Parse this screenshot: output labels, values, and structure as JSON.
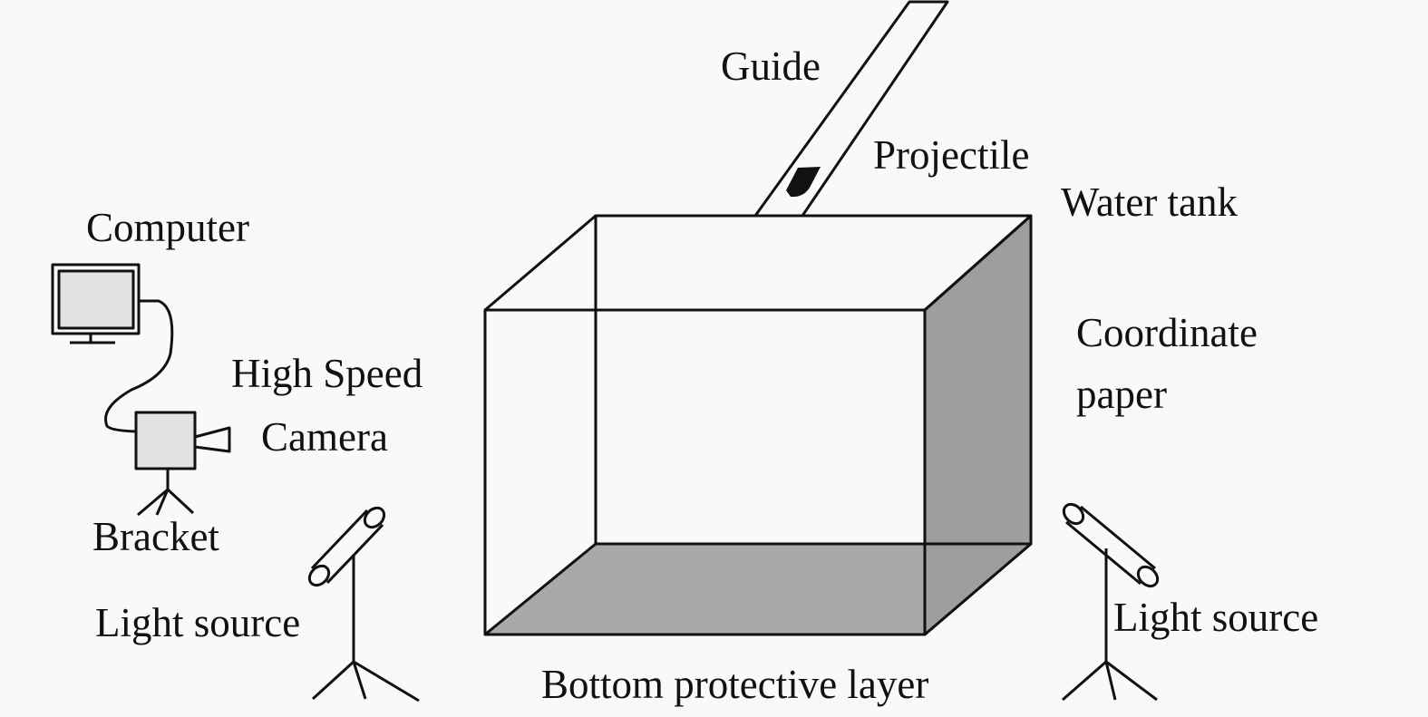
{
  "labels": {
    "guide": "Guide",
    "projectile": "Projectile",
    "water_tank": "Water tank",
    "computer": "Computer",
    "high_speed": "High Speed",
    "camera": "Camera",
    "coordinate": "Coordinate",
    "paper": "paper",
    "bracket": "Bracket",
    "light_source_left": "Light source",
    "light_source_right": "Light source",
    "bottom_layer": "Bottom protective layer"
  },
  "colors": {
    "line": "#111111",
    "screen_fill": "#e2e2e2",
    "side_fill": "#a0a0a0",
    "bottom_fill": "#a9a9a9"
  }
}
